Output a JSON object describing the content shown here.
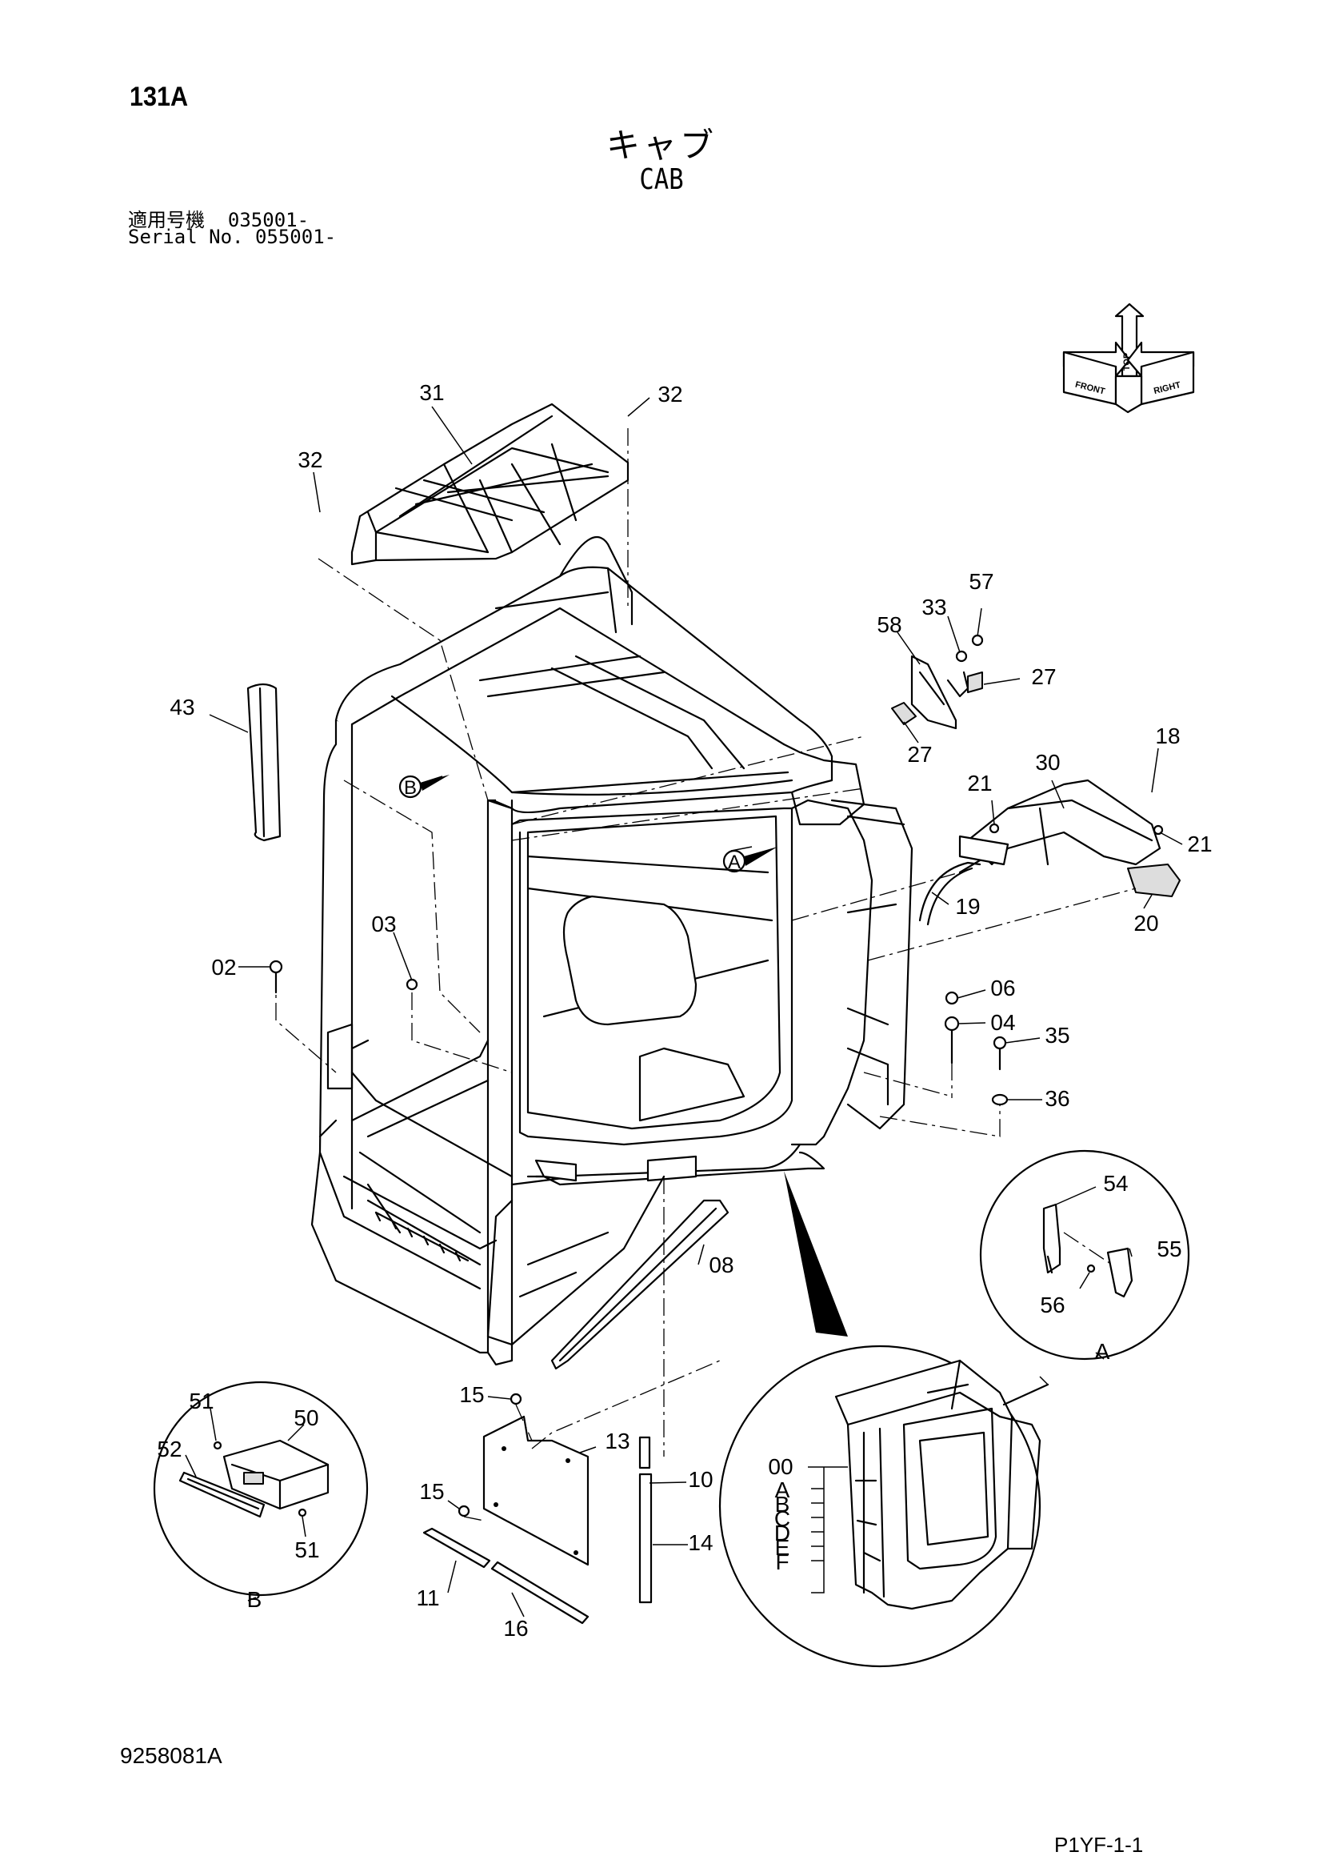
{
  "header": {
    "page_number": "131A",
    "title_jp": "キャブ",
    "title_en": "CAB",
    "serial_jp": "適用号機  035001-",
    "serial_en": "Serial No. 055001-"
  },
  "orientation_labels": [
    "TOP",
    "FRONT",
    "RIGHT"
  ],
  "part_callouts": [
    "31",
    "32",
    "32",
    "33",
    "57",
    "58",
    "27",
    "27",
    "43",
    "21",
    "30",
    "18",
    "21",
    "19",
    "20",
    "B",
    "A",
    "03",
    "02",
    "06",
    "04",
    "35",
    "36",
    "54",
    "55",
    "56",
    "08",
    "15",
    "13",
    "51",
    "50",
    "52",
    "51",
    "15",
    "10",
    "14",
    "11",
    "16",
    "00",
    "A",
    "B",
    "C",
    "D",
    "E",
    "F"
  ],
  "detail_labels": {
    "detail_a": "A",
    "detail_b": "B"
  },
  "footer": {
    "document_id": "9258081A",
    "page_code": "P1YF-1-1"
  }
}
